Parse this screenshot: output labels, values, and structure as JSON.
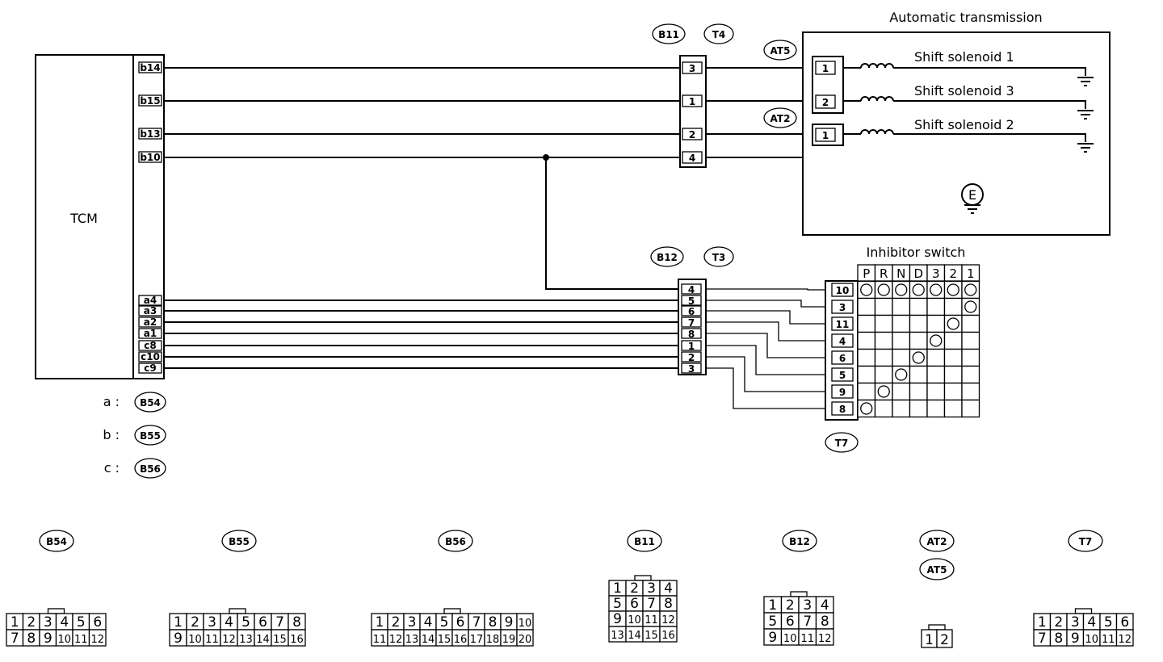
{
  "tcm": {
    "label": "TCM",
    "b_pins": [
      "b14",
      "b15",
      "b13",
      "b10"
    ],
    "a_pins": [
      "a4",
      "a3",
      "a2",
      "a1",
      "c8",
      "c10",
      "c9"
    ]
  },
  "legend": [
    {
      "letter": "a :",
      "tag": "B54"
    },
    {
      "letter": "b :",
      "tag": "B55"
    },
    {
      "letter": "c :",
      "tag": "B56"
    }
  ],
  "connector_tags": {
    "b11": "B11",
    "t4": "T4",
    "b12": "B12",
    "t3": "T3",
    "at5": "AT5",
    "at2": "AT2",
    "t7": "T7"
  },
  "b11_pins": [
    "3",
    "1",
    "2",
    "4"
  ],
  "b12_pins": [
    "4",
    "5",
    "6",
    "7",
    "8",
    "1",
    "2",
    "3"
  ],
  "at": {
    "title": "Automatic transmission",
    "solenoids": [
      "Shift solenoid 1",
      "Shift solenoid 3",
      "Shift solenoid 2"
    ],
    "at5_pins": [
      "1",
      "2"
    ],
    "at2_pin": "1",
    "earth": "E"
  },
  "inhibitor": {
    "title": "Inhibitor switch",
    "positions": [
      "P",
      "R",
      "N",
      "D",
      "3",
      "2",
      "1"
    ],
    "pins": [
      "10",
      "3",
      "11",
      "4",
      "6",
      "5",
      "9",
      "8"
    ],
    "contacts": [
      [
        true,
        true,
        true,
        true,
        true,
        true,
        true
      ],
      [
        false,
        false,
        false,
        false,
        false,
        false,
        true
      ],
      [
        false,
        false,
        false,
        false,
        false,
        true,
        false
      ],
      [
        false,
        false,
        false,
        false,
        true,
        false,
        false
      ],
      [
        false,
        false,
        false,
        true,
        false,
        false,
        false
      ],
      [
        false,
        false,
        true,
        false,
        false,
        false,
        false
      ],
      [
        false,
        true,
        false,
        false,
        false,
        false,
        false
      ],
      [
        true,
        false,
        false,
        false,
        false,
        false,
        false
      ]
    ]
  },
  "connector_faces": [
    {
      "tag": "B54",
      "rows": [
        [
          "1",
          "2",
          "3",
          "4",
          "5",
          "6"
        ],
        [
          "7",
          "8",
          "9",
          "10",
          "11",
          "12"
        ]
      ]
    },
    {
      "tag": "B55",
      "rows": [
        [
          "1",
          "2",
          "3",
          "4",
          "5",
          "6",
          "7",
          "8"
        ],
        [
          "9",
          "10",
          "11",
          "12",
          "13",
          "14",
          "15",
          "16"
        ]
      ]
    },
    {
      "tag": "B56",
      "rows": [
        [
          "1",
          "2",
          "3",
          "4",
          "5",
          "6",
          "7",
          "8",
          "9",
          "10"
        ],
        [
          "11",
          "12",
          "13",
          "14",
          "15",
          "16",
          "17",
          "18",
          "19",
          "20"
        ]
      ]
    },
    {
      "tag": "B11",
      "rows": [
        [
          "1",
          "2",
          "3",
          "4"
        ],
        [
          "5",
          "6",
          "7",
          "8"
        ],
        [
          "9",
          "10",
          "11",
          "12"
        ],
        [
          "13",
          "14",
          "15",
          "16"
        ]
      ]
    },
    {
      "tag": "B12",
      "rows": [
        [
          "1",
          "2",
          "3",
          "4"
        ],
        [
          "5",
          "6",
          "7",
          "8"
        ],
        [
          "9",
          "10",
          "11",
          "12"
        ]
      ]
    },
    {
      "tag": "AT2",
      "tag2": "AT5",
      "rows": [
        [
          "1",
          "2"
        ]
      ]
    },
    {
      "tag": "T7",
      "rows": [
        [
          "1",
          "2",
          "3",
          "4",
          "5",
          "6"
        ],
        [
          "7",
          "8",
          "9",
          "10",
          "11",
          "12"
        ]
      ]
    }
  ]
}
